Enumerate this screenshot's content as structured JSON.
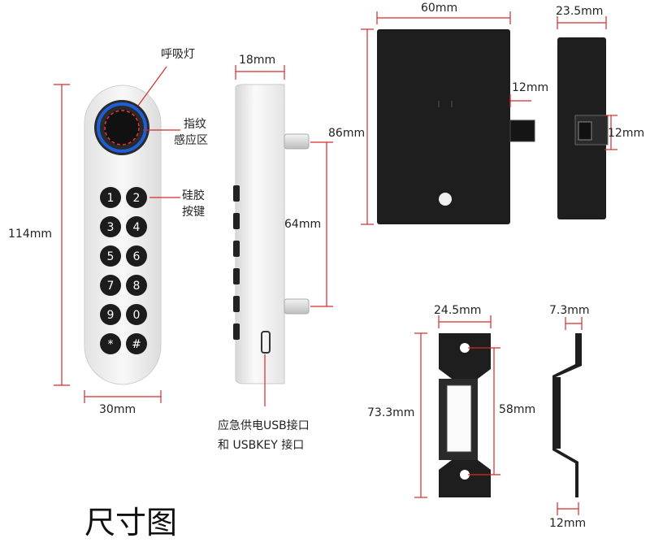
{
  "labels": {
    "breathing_light": "呼吸灯",
    "fingerprint_line1": "指纹",
    "fingerprint_line2": "感应区",
    "silicone_line1": "硅胶",
    "silicone_line2": "按键",
    "caption_line1": "应急供电USB接口",
    "caption_line2": "和 USBKEY 接口",
    "title": "尺寸图"
  },
  "dimensions": {
    "keypad_height": "114mm",
    "keypad_width": "30mm",
    "side_depth": "18mm",
    "bolt_spacing": "64mm",
    "body_width": "60mm",
    "body_height": "86mm",
    "bolt_offset": "12mm",
    "body_side_depth": "23.5mm",
    "bolt_height": "12mm",
    "strike_width": "24.5mm",
    "strike_height": "73.3mm",
    "strike_hole_spacing": "58mm",
    "strike_side_thickness": "7.3mm",
    "strike_side_depth": "12mm"
  },
  "keys": [
    "1",
    "2",
    "3",
    "4",
    "5",
    "6",
    "7",
    "8",
    "9",
    "0",
    "*",
    "#"
  ],
  "colors": {
    "dimension": "#d42a2a",
    "lock_body": "#1e1e1e",
    "keypad_face": "#f2f2f2",
    "fingerprint_ring": "#1e5fd6"
  }
}
